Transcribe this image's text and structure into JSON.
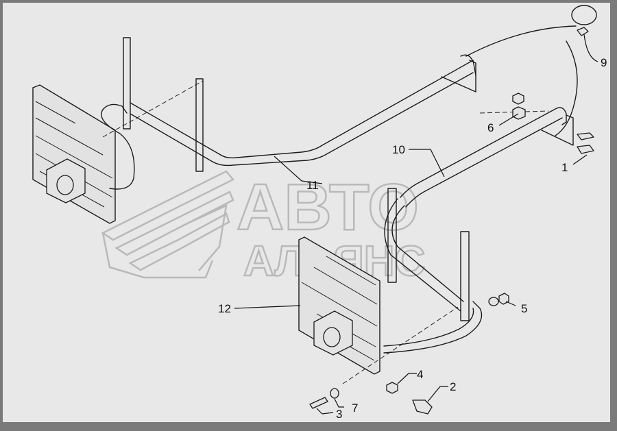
{
  "watermark": {
    "line1": "АВТО",
    "line2": "АЛЬЯНС"
  },
  "callouts": [
    {
      "id": "callout-1",
      "text": "1"
    },
    {
      "id": "callout-2",
      "text": "2"
    },
    {
      "id": "callout-3",
      "text": "3"
    },
    {
      "id": "callout-4",
      "text": "4"
    },
    {
      "id": "callout-5",
      "text": "5"
    },
    {
      "id": "callout-6",
      "text": "6"
    },
    {
      "id": "callout-7",
      "text": "7"
    },
    {
      "id": "callout-9",
      "text": "9"
    },
    {
      "id": "callout-10",
      "text": "10"
    },
    {
      "id": "callout-11",
      "text": "11"
    },
    {
      "id": "callout-12",
      "text": "12"
    }
  ],
  "colors": {
    "frame": "#7a7a7a",
    "paper": "#e8e8e8",
    "line": "#1a1a1a",
    "watermark": "#b9b9b9"
  }
}
